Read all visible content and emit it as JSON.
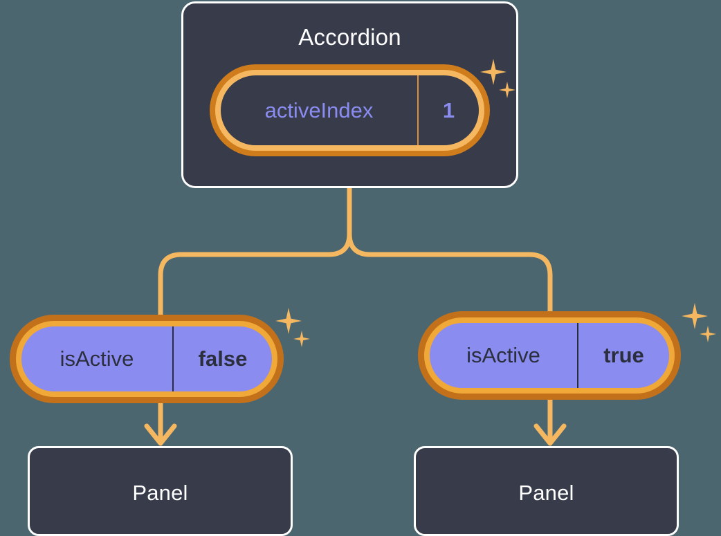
{
  "diagram": {
    "type": "component-state-tree",
    "background_color": "#4c6670",
    "accent_orange": "#f5b860",
    "accent_orange_dark": "#c2711a",
    "state_purple": "#8a8cf0",
    "card_dark": "#373b4a",
    "card_border": "#ffffff"
  },
  "root": {
    "title": "Accordion",
    "state": {
      "key": "activeIndex",
      "value": "1"
    },
    "sparkle": {
      "large": "sparkle-icon",
      "small": "sparkle-icon"
    }
  },
  "children": [
    {
      "state": {
        "key": "isActive",
        "value": "false"
      },
      "component": {
        "title": "Panel"
      },
      "sparkle": {
        "large": "sparkle-icon",
        "small": "sparkle-icon"
      }
    },
    {
      "state": {
        "key": "isActive",
        "value": "true"
      },
      "component": {
        "title": "Panel"
      },
      "sparkle": {
        "large": "sparkle-icon",
        "small": "sparkle-icon"
      }
    }
  ]
}
